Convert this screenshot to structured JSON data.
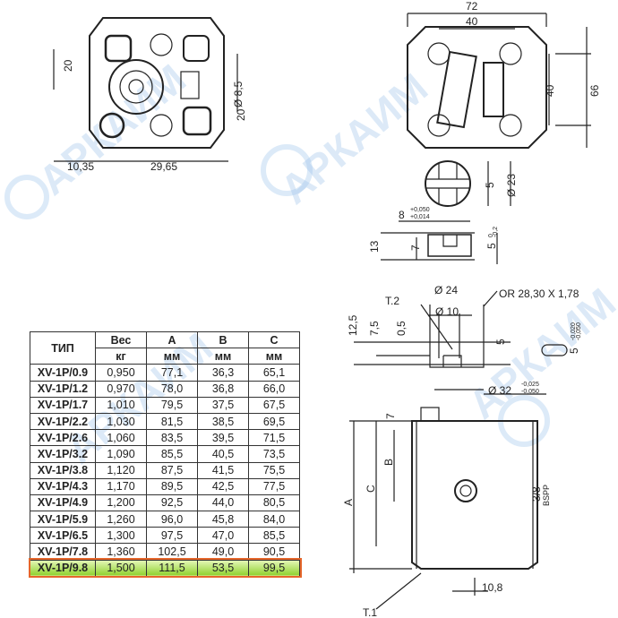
{
  "watermark": "АРКАИМ",
  "table": {
    "headers": {
      "type": "ТИП",
      "weight": "Вес",
      "a": "A",
      "b": "B",
      "c": "C"
    },
    "units": {
      "weight": "кг",
      "a": "мм",
      "b": "мм",
      "c": "мм"
    },
    "rows": [
      [
        "XV-1P/0.9",
        "0,950",
        "77,1",
        "36,3",
        "65,1"
      ],
      [
        "XV-1P/1.2",
        "0,970",
        "78,0",
        "36,8",
        "66,0"
      ],
      [
        "XV-1P/1.7",
        "1,010",
        "79,5",
        "37,5",
        "67,5"
      ],
      [
        "XV-1P/2.2",
        "1,030",
        "81,5",
        "38,5",
        "69,5"
      ],
      [
        "XV-1P/2.6",
        "1,060",
        "83,5",
        "39,5",
        "71,5"
      ],
      [
        "XV-1P/3.2",
        "1,090",
        "85,5",
        "40,5",
        "73,5"
      ],
      [
        "XV-1P/3.8",
        "1,120",
        "87,5",
        "41,5",
        "75,5"
      ],
      [
        "XV-1P/4.3",
        "1,170",
        "89,5",
        "42,5",
        "77,5"
      ],
      [
        "XV-1P/4.9",
        "1,200",
        "92,5",
        "44,0",
        "80,5"
      ],
      [
        "XV-1P/5.9",
        "1,260",
        "96,0",
        "45,8",
        "84,0"
      ],
      [
        "XV-1P/6.5",
        "1,300",
        "97,5",
        "47,0",
        "85,5"
      ],
      [
        "XV-1P/7.8",
        "1,360",
        "102,5",
        "49,0",
        "90,5"
      ],
      [
        "XV-1P/9.8",
        "1,500",
        "111,5",
        "53,5",
        "99,5"
      ]
    ],
    "highlight_color": "#8fd12f",
    "highlight_border": "#e5662a"
  },
  "dims": {
    "front_20a": "20",
    "front_d85": "Ø 8,5",
    "front_20b": "20",
    "front_1035": "10,35",
    "front_2965": "29,65",
    "top_72": "72",
    "top_40": "40",
    "top_40v": "40",
    "top_66": "66",
    "shaft_5": "5",
    "shaft_d23": "Ø 23",
    "key_8": "8",
    "key_8_tol_up": "+0,050",
    "key_8_tol_lo": "+0,014",
    "key_13": "13",
    "key_7": "7",
    "key_5": "5",
    "key_5_tol_up": "0",
    "key_5_tol_lo": "-0,2",
    "sec_t2": "T.2",
    "sec_d24": "Ø 24",
    "sec_d10": "Ø 10",
    "sec_or": "OR 28,30 X 1,78",
    "sec_125": "12,5",
    "sec_75": "7,5",
    "sec_05": "0,5",
    "sec_5": "5",
    "pin_5": "5",
    "pin_tol_up": "-0,020",
    "pin_tol_lo": "-0,050",
    "d32": "Ø 32",
    "d32_tol_up": "-0,025",
    "d32_tol_lo": "-0,050",
    "side_a": "A",
    "side_b": "B",
    "side_c": "C",
    "side_7": "7",
    "side_port": "3/8",
    "side_bspp": "BSPP",
    "side_108": "10,8",
    "side_t1": "T.1"
  }
}
